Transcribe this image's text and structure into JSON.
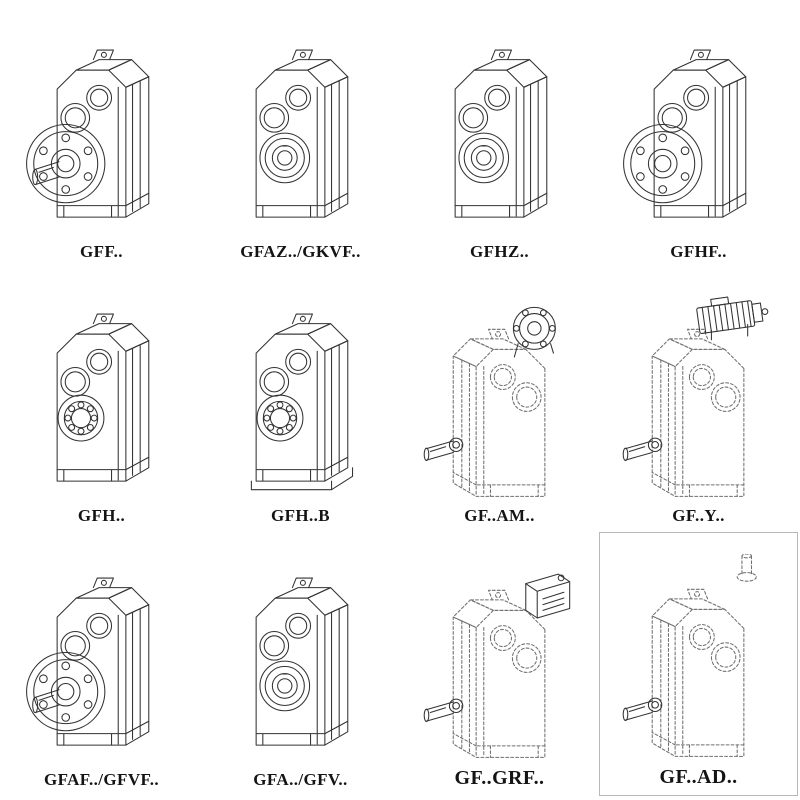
{
  "page": {
    "background": "#ffffff",
    "line_color": "#333333",
    "dashed_line_color": "#6f6f6f"
  },
  "items": [
    {
      "label": "GFF..",
      "drawing": "flange-mounted-gearbox-with-shaft",
      "symbol": "#sym-flange-shaft"
    },
    {
      "label": "GFAZ../GKVF..",
      "drawing": "hollow-shaft-gearbox",
      "symbol": "#sym-bore"
    },
    {
      "label": "GFHZ..",
      "drawing": "hollow-shaft-gearbox",
      "symbol": "#sym-bore"
    },
    {
      "label": "GFHF..",
      "drawing": "flange-mounted-gearbox",
      "symbol": "#sym-flange"
    },
    {
      "label": "GFH..",
      "drawing": "shaft-mounted-gearbox-bearing",
      "symbol": "#sym-bearing"
    },
    {
      "label": "GFH..B",
      "drawing": "shaft-mounted-gearbox-with-base",
      "symbol": "#sym-bearing-base"
    },
    {
      "label": "GF..AM..",
      "drawing": "gearbox-with-motor-adapter-flange",
      "symbol": "#sym-dash-flange"
    },
    {
      "label": "GF..Y..",
      "drawing": "gearbox-with-mounted-motor",
      "symbol": "#sym-dash-motor"
    },
    {
      "label": "GFAF../GFVF..",
      "drawing": "flange-mounted-gearbox-with-shaft",
      "symbol": "#sym-flange-shaft"
    },
    {
      "label": "GFA../GFV..",
      "drawing": "hollow-shaft-gearbox",
      "symbol": "#sym-bore"
    },
    {
      "label": "GF..GRF..",
      "drawing": "gearbox-with-input-adapter",
      "symbol": "#sym-dash-adapter"
    },
    {
      "label": "GF..AD..",
      "drawing": "gearbox-with-input-shaft-up",
      "symbol": "#sym-dash-plain"
    }
  ]
}
